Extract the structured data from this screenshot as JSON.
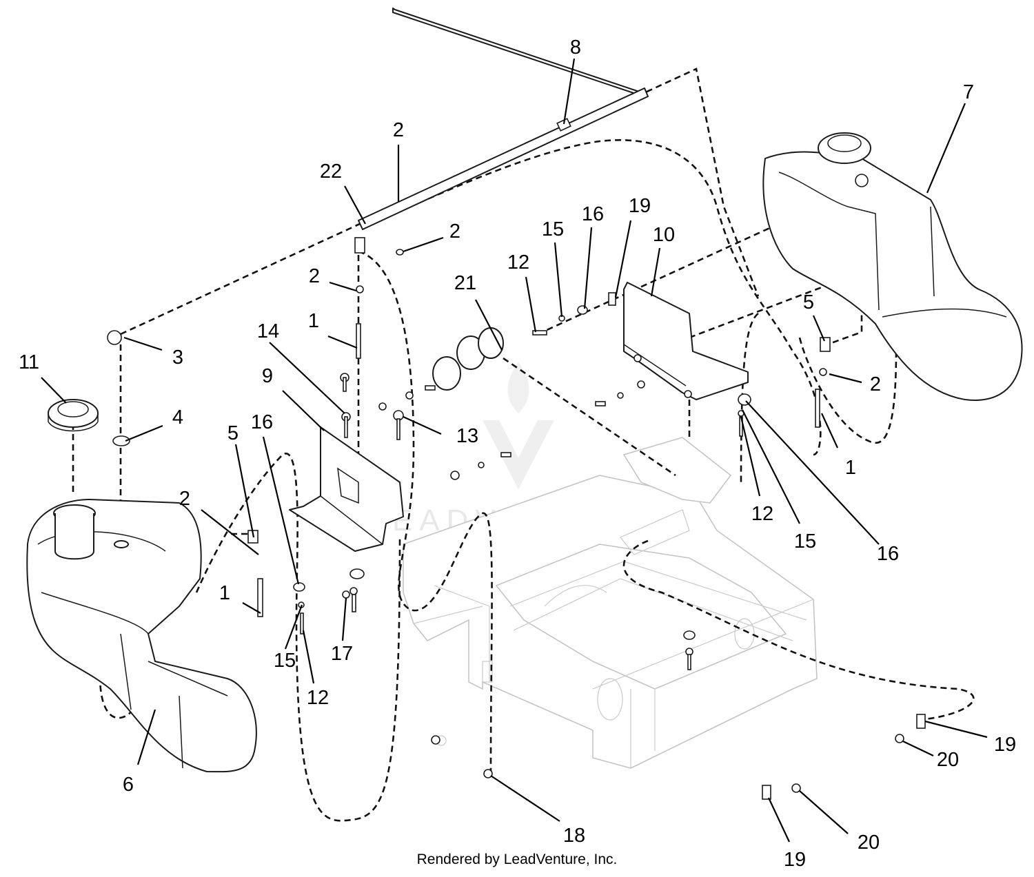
{
  "watermark": {
    "text": "LEADVENTURE"
  },
  "footer": {
    "credit": "Rendered by LeadVenture, Inc."
  },
  "callouts": [
    {
      "label": "8"
    },
    {
      "label": "7"
    },
    {
      "label": "2"
    },
    {
      "label": "22"
    },
    {
      "label": "2"
    },
    {
      "label": "19"
    },
    {
      "label": "16"
    },
    {
      "label": "15"
    },
    {
      "label": "10"
    },
    {
      "label": "12"
    },
    {
      "label": "2"
    },
    {
      "label": "21"
    },
    {
      "label": "5"
    },
    {
      "label": "14"
    },
    {
      "label": "1"
    },
    {
      "label": "3"
    },
    {
      "label": "11"
    },
    {
      "label": "9"
    },
    {
      "label": "2"
    },
    {
      "label": "4"
    },
    {
      "label": "13"
    },
    {
      "label": "1"
    },
    {
      "label": "5"
    },
    {
      "label": "16"
    },
    {
      "label": "2"
    },
    {
      "label": "12"
    },
    {
      "label": "15"
    },
    {
      "label": "16"
    },
    {
      "label": "1"
    },
    {
      "label": "15"
    },
    {
      "label": "17"
    },
    {
      "label": "12"
    },
    {
      "label": "19"
    },
    {
      "label": "20"
    },
    {
      "label": "6"
    },
    {
      "label": "18"
    },
    {
      "label": "20"
    },
    {
      "label": "19"
    }
  ]
}
